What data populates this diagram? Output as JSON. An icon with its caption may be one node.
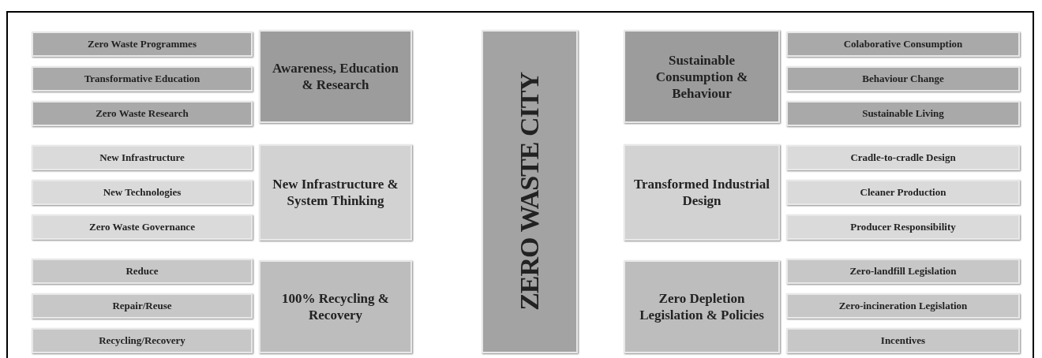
{
  "diagram": {
    "nodes": [
      {
        "text": [
          "Zero Waste Programmes"
        ]
      },
      {
        "text": [
          "Transformative Education"
        ]
      },
      {
        "text": [
          "Zero Waste Research"
        ]
      },
      {
        "text": [
          "Awareness, Education & Research"
        ]
      },
      {
        "text": [
          "New Infrastructure"
        ]
      },
      {
        "text": [
          "New Technologies"
        ]
      },
      {
        "text": [
          "Zero Waste Governance"
        ]
      },
      {
        "text": [
          "New Infrastructure & System Thinking"
        ]
      },
      {
        "text": [
          "Reduce"
        ]
      },
      {
        "text": [
          "Repair/Reuse"
        ]
      },
      {
        "text": [
          "Recycling/Recovery"
        ]
      },
      {
        "text": [
          "100% Recycling & Recovery"
        ]
      },
      {
        "text": [
          "ZERO WASTE CITY"
        ]
      },
      {
        "text": [
          "Sustainable Consumption & Behaviour"
        ]
      },
      {
        "text": [
          "Colaborative Consumption"
        ]
      },
      {
        "text": [
          "Behaviour Change"
        ]
      },
      {
        "text": [
          "Sustainable Living"
        ]
      },
      {
        "text": [
          "Transformed Industrial Design"
        ]
      },
      {
        "text": [
          "Cradle-to-cradle Design"
        ]
      },
      {
        "text": [
          "Cleaner Production"
        ]
      },
      {
        "text": [
          "Producer Responsibility"
        ]
      },
      {
        "text": [
          "Zero Depletion Legislation & Policies"
        ]
      },
      {
        "text": [
          "Zero-landfill Legislation"
        ]
      },
      {
        "text": [
          "Zero-incineration Legislation"
        ]
      },
      {
        "text": [
          "Incentives"
        ]
      }
    ],
    "edges": []
  }
}
